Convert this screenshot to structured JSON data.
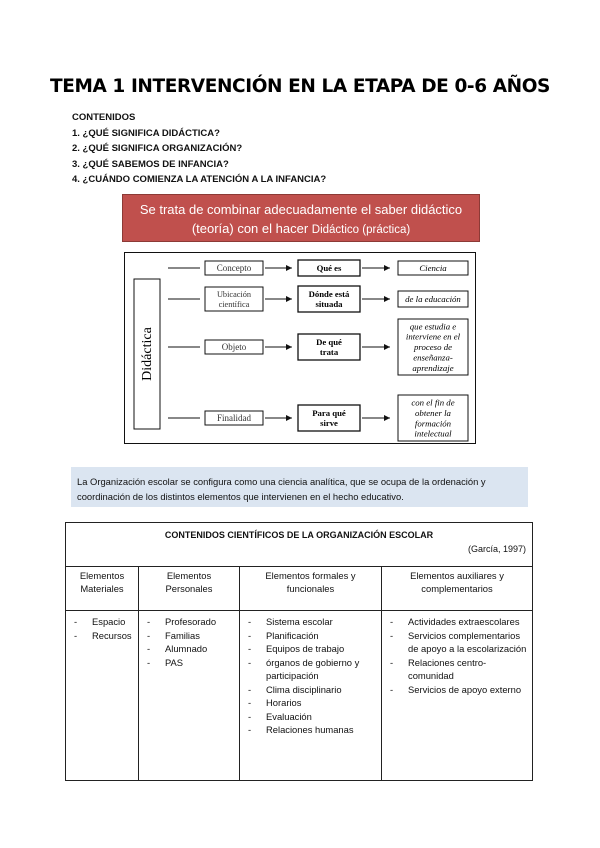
{
  "title": "TEMA 1 INTERVENCIÓN EN LA ETAPA DE 0-6 AÑOS",
  "contents": {
    "heading": "CONTENIDOS",
    "items": [
      "1. ¿QUÉ SIGNIFICA DIDÁCTICA?",
      "2. ¿QUÉ SIGNIFICA ORGANIZACIÓN?",
      "3. ¿QUÉ SABEMOS DE INFANCIA?",
      "4. ¿CUÁNDO COMIENZA LA ATENCIÓN A LA INFANCIA?"
    ]
  },
  "banner": {
    "line1": "Se trata de combinar adecuadamente el saber didáctico",
    "line2a": "(teoría) con el hacer ",
    "line2b": "Didáctico (práctica)",
    "color": "#c0504d"
  },
  "diagram": {
    "root": "Didáctica",
    "rows": [
      {
        "aspect": [
          "Concepto"
        ],
        "question": [
          "Qué es"
        ],
        "answer": [
          "Ciencia"
        ]
      },
      {
        "aspect": [
          "Ubicación",
          "científica"
        ],
        "question": [
          "Dónde está",
          "situada"
        ],
        "answer": [
          "de la educación"
        ]
      },
      {
        "aspect": [
          "Objeto"
        ],
        "question": [
          "De qué",
          "trata"
        ],
        "answer": [
          "que estudia e",
          "interviene en el",
          "proceso de",
          "enseñanza-",
          "aprendizaje"
        ]
      },
      {
        "aspect": [
          "Finalidad"
        ],
        "question": [
          "Para qué",
          "sirve"
        ],
        "answer": [
          "con el fin de",
          "obtener la",
          "formación",
          "intelectual"
        ]
      }
    ]
  },
  "callout": {
    "text": "La Organización escolar se configura como una ciencia analítica, que se ocupa de la ordenación y coordinación de los distintos elementos que intervienen en el hecho educativo.",
    "background": "#dbe5f1"
  },
  "table": {
    "title": "CONTENIDOS CIENTÍFICOS DE LA ORGANIZACIÓN ESCOLAR",
    "citation": "(García, 1997)",
    "columns": [
      {
        "header": [
          "Elementos",
          "Materiales"
        ],
        "items": [
          "Espacio",
          "Recursos"
        ]
      },
      {
        "header": [
          "Elementos",
          "Personales"
        ],
        "items": [
          "Profesorado",
          "Familias",
          "Alumnado",
          "PAS"
        ]
      },
      {
        "header": [
          "Elementos formales y",
          "funcionales"
        ],
        "items": [
          "Sistema escolar",
          "Planificación",
          "Equipos de trabajo",
          "órganos de gobierno y participación",
          "Clima disciplinario",
          "Horarios",
          "Evaluación",
          "Relaciones humanas"
        ]
      },
      {
        "header": [
          "Elementos auxiliares y",
          "complementarios"
        ],
        "items": [
          "Actividades extraescolares",
          "Servicios complementarios de apoyo a la escolarización",
          "Relaciones centro-comunidad",
          "Servicios de apoyo externo"
        ]
      }
    ]
  }
}
